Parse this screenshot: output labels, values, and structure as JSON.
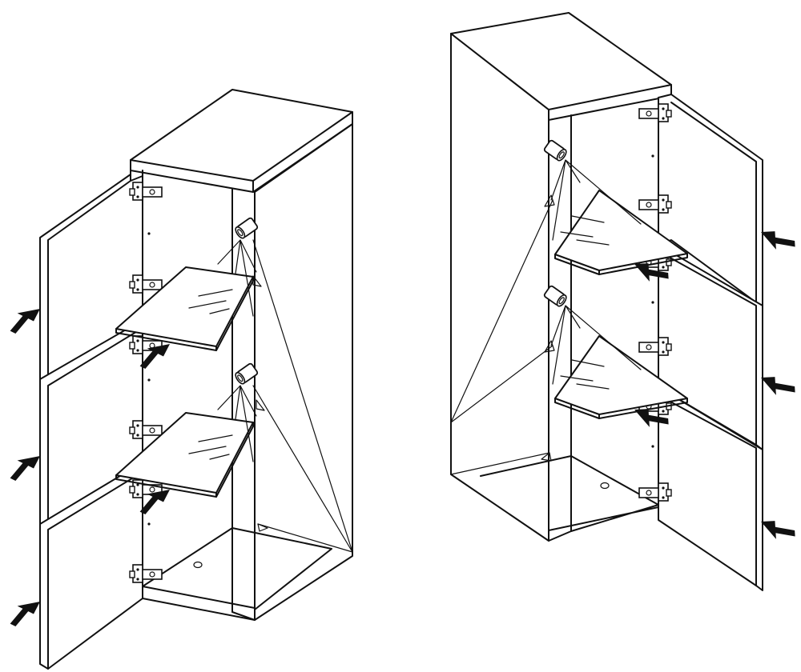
{
  "colors": {
    "line": "#111111",
    "background": "#ffffff",
    "arrow": "#111111"
  },
  "icons": {
    "hinge": "hinge-icon",
    "light": "spot-light-icon",
    "push_arrow": "push-arrow-icon"
  },
  "cabinets": [
    {
      "name": "left-cabinet",
      "door_side": "left",
      "doors": 3,
      "shelves": 2,
      "lights": 2,
      "hinges": 6
    },
    {
      "name": "right-cabinet",
      "door_side": "right",
      "doors": 3,
      "shelves": 2,
      "lights": 2,
      "hinges": 6
    }
  ]
}
